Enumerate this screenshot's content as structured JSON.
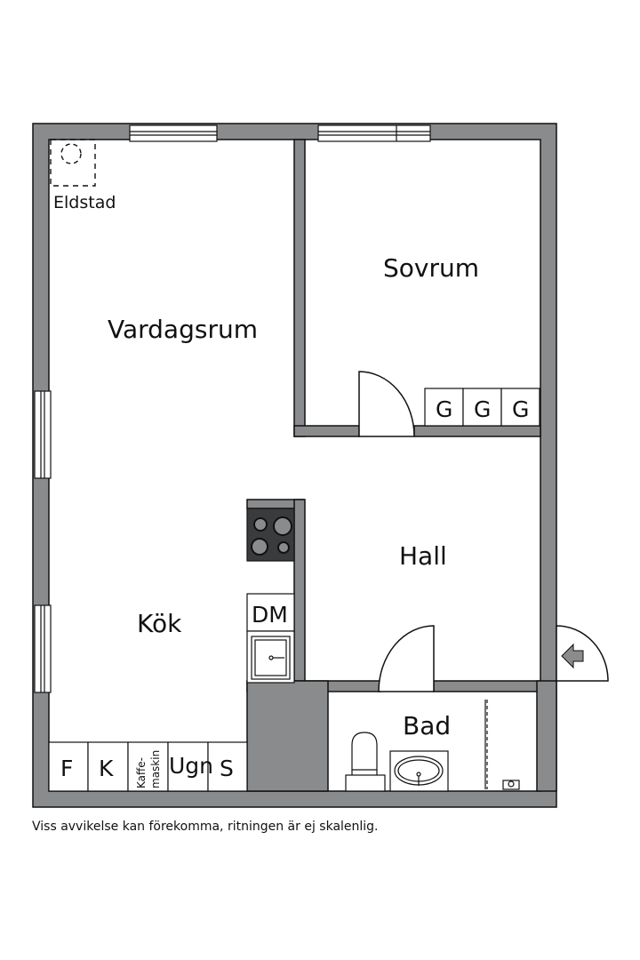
{
  "rooms": {
    "vardagsrum": "Vardagsrum",
    "sovrum": "Sovrum",
    "hall": "Hall",
    "kok": "Kök",
    "bad": "Bad"
  },
  "fixtures": {
    "eldstad": "Eldstad",
    "wardrobe": [
      "G",
      "G",
      "G"
    ],
    "dishwasher": "DM",
    "kitchen_row": [
      "F",
      "K",
      "Kaffe-",
      "maskin",
      "Ugn",
      "S"
    ]
  },
  "disclaimer": "Viss avvikelse kan förekomma, ritningen är ej skalenlig.",
  "colors": {
    "wall": "#8a8b8d",
    "line": "#111111",
    "floor": "#ffffff"
  }
}
